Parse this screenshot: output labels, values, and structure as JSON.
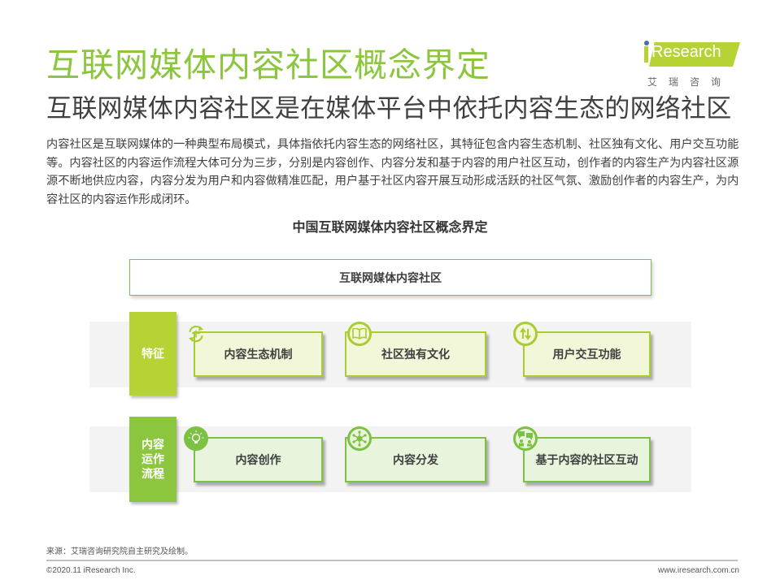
{
  "header": {
    "title": "互联网媒体内容社区概念界定",
    "subtitle": "互联网媒体内容社区是在媒体平台中依托内容生态的网络社区"
  },
  "logo": {
    "brand": "Research",
    "brand_cn": "艾瑞咨询",
    "colors": {
      "badge": "#b5d334",
      "dot": "#4a6fa5"
    }
  },
  "description": "内容社区是互联网媒体的一种典型布局模式，具体指依托内容生态的网络社区，其特征包含内容生态机制、社区独有文化、用户交互功能等。内容社区的内容运作流程大体可分为三步，分别是内容创作、内容分发和基于内容的用户社区互动，创作者的内容生产为内容社区源源不断地供应内容，内容分发为用户和内容做精准匹配，用户基于社区内容开展互动形成活跃的社区气氛、激励创作者的内容生产，为内容社区的内容运作形成闭环。",
  "diagram": {
    "title": "中国互联网媒体内容社区概念界定",
    "root": "互联网媒体内容社区",
    "rows": [
      {
        "category": "特征",
        "color": "#b5d334",
        "items": [
          {
            "label": "内容生态机制",
            "icon": "eco-cycle-icon"
          },
          {
            "label": "社区独有文化",
            "icon": "book-icon"
          },
          {
            "label": "用户交互功能",
            "icon": "exchange-arrows-icon"
          }
        ]
      },
      {
        "category": "内容运作流程",
        "category_lines": [
          "内容",
          "运作",
          "流程"
        ],
        "color": "#8cc63f",
        "items": [
          {
            "label": "内容创作",
            "icon": "lightbulb-icon"
          },
          {
            "label": "内容分发",
            "icon": "network-hub-icon"
          },
          {
            "label": "基于内容的社区互动",
            "icon": "users-chat-icon"
          }
        ]
      }
    ]
  },
  "footer": {
    "source": "来源：艾瑞咨询研究院自主研究及绘制。",
    "copyright": "©2020.11 iResearch Inc.",
    "website": "www.iresearch.com.cn"
  },
  "colors": {
    "title_green": "#8cc63f",
    "band_bg": "#f3f3f3",
    "card_border_lime": "#a8cc32",
    "card_border_green": "#7dc142"
  }
}
